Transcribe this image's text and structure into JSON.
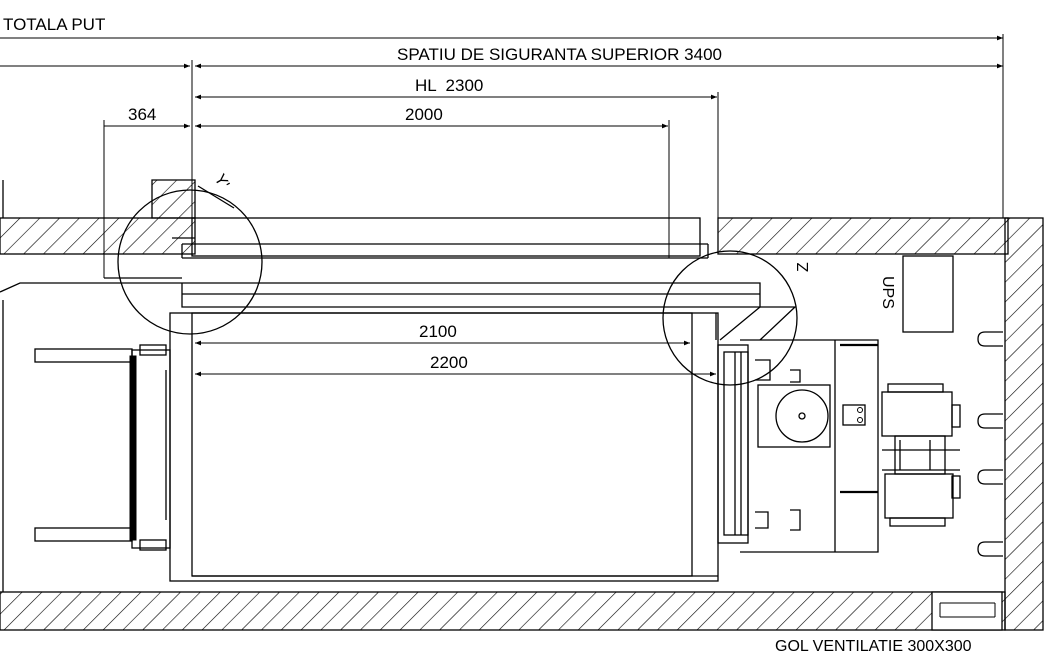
{
  "labels": {
    "total_height": "TOTALA PUT",
    "safety_space": "SPATIU DE SIGURANTA SUPERIOR 3400",
    "hl": "HL  2300",
    "dim_2000": "2000",
    "dim_364": "364",
    "dim_2100": "2100",
    "dim_2200": "2200",
    "detail_y": "Y'",
    "detail_z": "Z",
    "ups": "UPS",
    "ventilation": "GOL VENTILATIE 300X300"
  }
}
